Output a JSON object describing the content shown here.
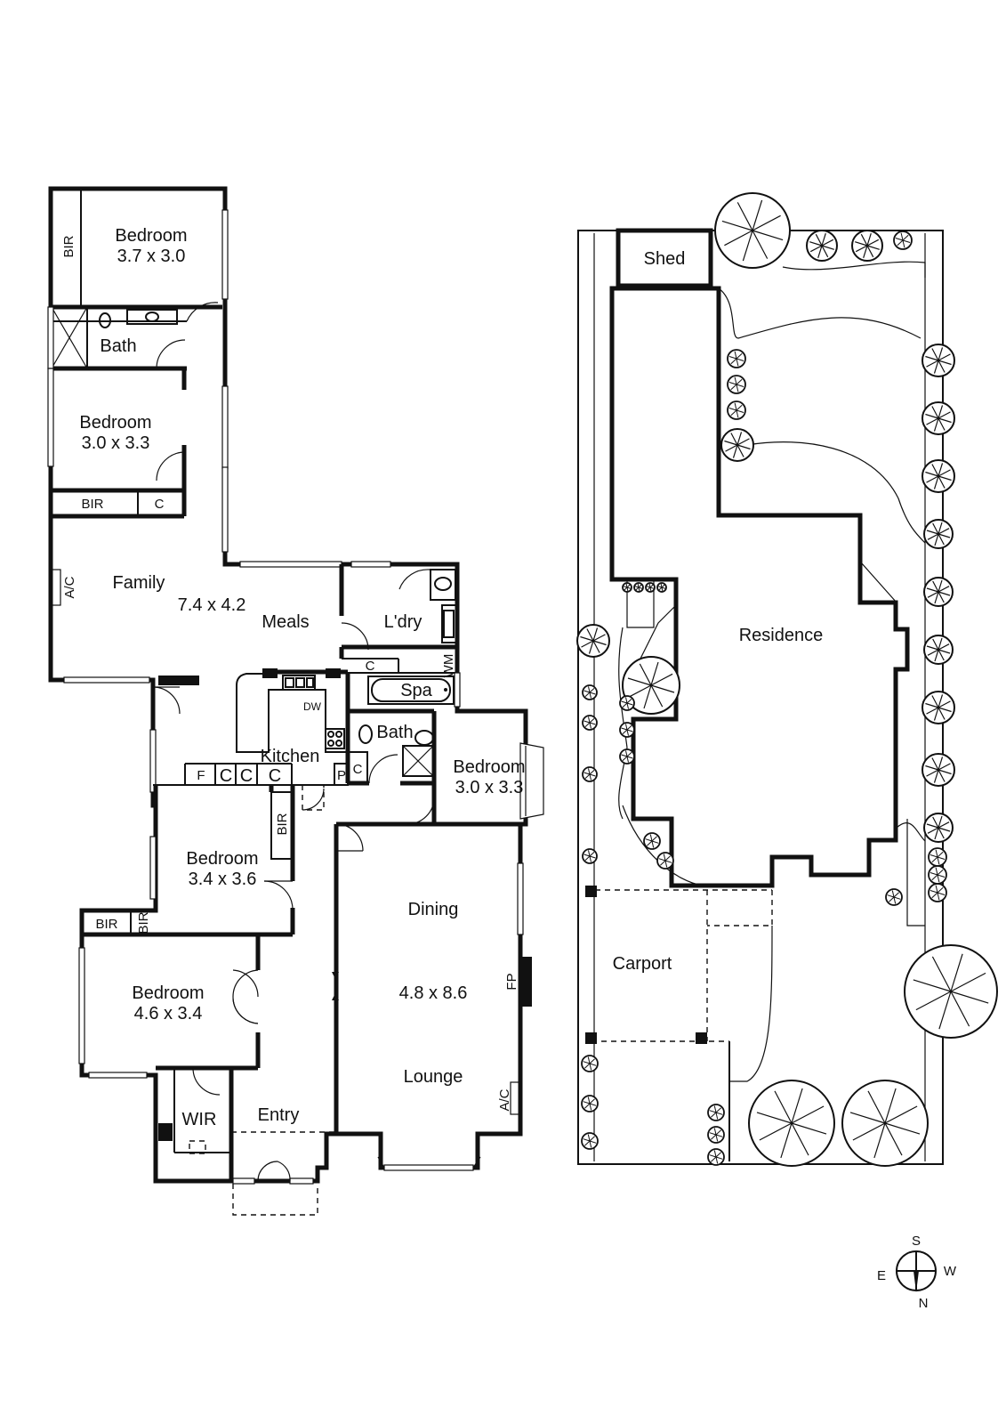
{
  "floor_plan": {
    "rooms": {
      "bedroom_top": {
        "name": "Bedroom",
        "size": "3.7 x 3.0"
      },
      "bir_top": "BIR",
      "bath_top": "Bath",
      "bedroom_second": {
        "name": "Bedroom",
        "size": "3.0 x 3.3"
      },
      "bir_second": "BIR",
      "c_second": "C",
      "family": {
        "name": "Family",
        "size": "7.4 x 4.2"
      },
      "ac_family": "A/C",
      "meals": "Meals",
      "laundry": "L'dry",
      "wm": "WM",
      "c_laundry": "C",
      "spa": "Spa",
      "bath_mid": "Bath",
      "dw": "DW",
      "kitchen": "Kitchen",
      "pantry": "P",
      "c_kitchen": "C",
      "f_kitchen": "F",
      "c_row": [
        "C",
        "C",
        "C"
      ],
      "bedroom_right": {
        "name": "Bedroom",
        "size": "3.0 x 3.3"
      },
      "bedroom_mid": {
        "name": "Bedroom",
        "size": "3.4 x 3.6"
      },
      "bir_mid": "BIR",
      "bir_left": "BIR",
      "bir_left_small": "BIR",
      "bedroom_main": {
        "name": "Bedroom",
        "size": "4.6 x 3.4"
      },
      "wir": "WIR",
      "entry": "Entry",
      "dining": "Dining",
      "dining_size": "4.8 x 8.6",
      "fp": "FP",
      "lounge": "Lounge",
      "ac_lounge": "A/C"
    }
  },
  "site_plan": {
    "shed": "Shed",
    "residence": "Residence",
    "carport": "Carport"
  },
  "compass": {
    "s": "S",
    "w": "W",
    "e": "E",
    "n": "N"
  }
}
